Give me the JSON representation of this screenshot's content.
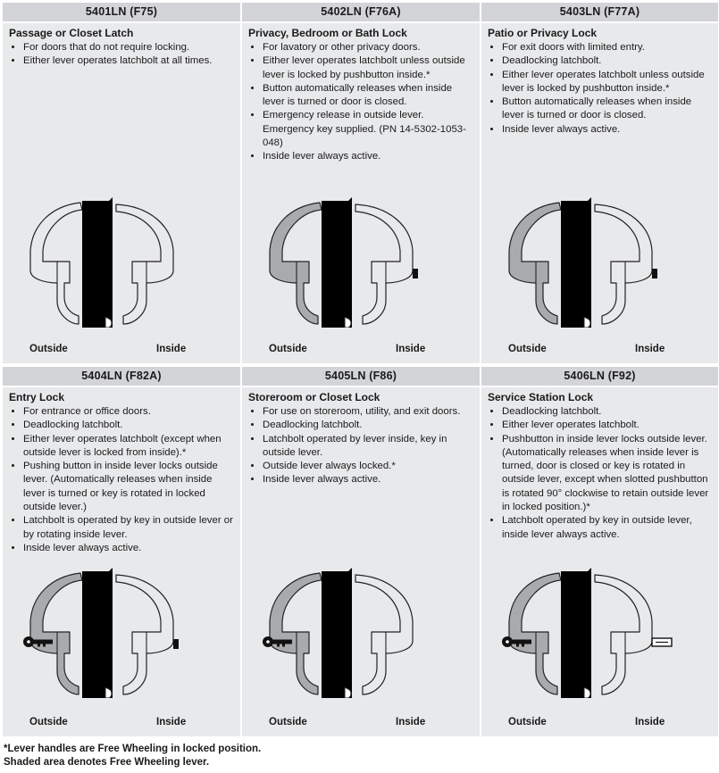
{
  "cells": [
    {
      "model": "5401LN (F75)",
      "title": "Passage or Closet Latch",
      "features": [
        "For doors that do not require locking.",
        "Either lever operates latchbolt at all times."
      ],
      "outside_shaded": false,
      "inside_shaded": false,
      "outside_key": false,
      "inside_button": "none",
      "outside_label": "Outside",
      "inside_label": "Inside"
    },
    {
      "model": "5402LN (F76A)",
      "title": "Privacy, Bedroom or Bath Lock",
      "features": [
        "For lavatory or other privacy doors.",
        "Either lever operates latchbolt unless outside lever is locked by pushbutton inside.*",
        "Button automatically releases when inside lever is turned or door is closed.",
        "Emergency release in outside lever. Emergency key supplied. (PN 14-5302-1053-048)",
        "Inside lever always active."
      ],
      "outside_shaded": true,
      "inside_shaded": false,
      "outside_key": false,
      "inside_button": "solid",
      "outside_label": "Outside",
      "inside_label": "Inside"
    },
    {
      "model": "5403LN (F77A)",
      "title": "Patio or Privacy Lock",
      "features": [
        "For exit doors with limited entry.",
        "Deadlocking latchbolt.",
        "Either lever operates latchbolt unless outside lever is locked by pushbutton inside.*",
        "Button automatically releases when inside lever is turned or door is closed.",
        "Inside lever always active."
      ],
      "outside_shaded": true,
      "inside_shaded": false,
      "outside_key": false,
      "inside_button": "solid",
      "outside_label": "Outside",
      "inside_label": "Inside"
    },
    {
      "model": "5404LN (F82A)",
      "title": "Entry Lock",
      "features": [
        "For entrance or office doors.",
        "Deadlocking latchbolt.",
        "Either lever operates latchbolt (except when outside lever is locked from inside).*",
        "Pushing button in inside lever locks outside lever. (Automatically releases when inside lever is turned or key is rotated in locked outside lever.)",
        "Latchbolt is operated by key in outside lever or by rotating inside lever.",
        "Inside lever always active."
      ],
      "outside_shaded": true,
      "inside_shaded": false,
      "outside_key": true,
      "inside_button": "solid",
      "outside_label": "Outside",
      "inside_label": "Inside"
    },
    {
      "model": "5405LN (F86)",
      "title": "Storeroom or Closet Lock",
      "features": [
        "For use on storeroom, utility, and exit doors.",
        "Deadlocking latchbolt.",
        "Latchbolt operated by lever inside, key in outside lever.",
        "Outside lever always locked.*",
        "Inside lever always active."
      ],
      "outside_shaded": true,
      "inside_shaded": false,
      "outside_key": true,
      "inside_button": "none",
      "outside_label": "Outside",
      "inside_label": "Inside"
    },
    {
      "model": "5406LN (F92)",
      "title": "Service Station Lock",
      "features": [
        "Deadlocking latchbolt.",
        "Either lever operates latchbolt.",
        "Pushbutton in inside lever locks outside lever. (Automatically releases when inside lever is turned, door is closed or key is rotated in outside lever, except when slotted pushbutton is rotated 90° clockwise to retain outside lever in locked position.)*",
        "Latchbolt operated by key in outside lever, inside lever always active."
      ],
      "outside_shaded": true,
      "inside_shaded": false,
      "outside_key": true,
      "inside_button": "slotted",
      "outside_label": "Outside",
      "inside_label": "Inside"
    }
  ],
  "footnote": {
    "line1": "*Lever handles are Free Wheeling in locked position.",
    "line2": "Shaded area denotes Free Wheeling lever."
  },
  "colors": {
    "panel": "#e8e9eb",
    "header": "#d3d4d7",
    "shaded_lever": "#a9aaac",
    "door": "#000000"
  }
}
